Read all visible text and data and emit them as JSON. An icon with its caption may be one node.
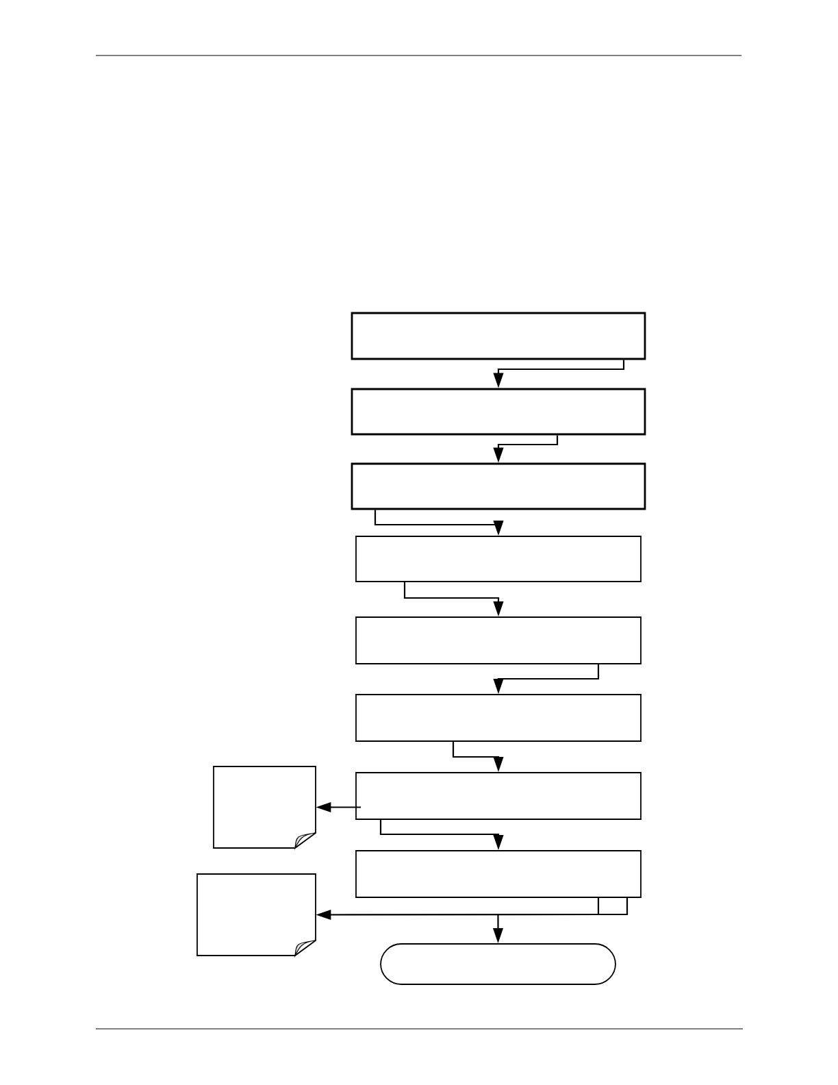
{
  "diagram": {
    "nodes": [
      {
        "text": [],
        "shape": "box"
      },
      {
        "text": [],
        "shape": "box"
      },
      {
        "text": [],
        "shape": "box"
      },
      {
        "text": [],
        "shape": "box"
      },
      {
        "text": [],
        "shape": "box"
      },
      {
        "text": [],
        "shape": "box"
      },
      {
        "text": [],
        "shape": "box"
      },
      {
        "text": [],
        "shape": "box"
      },
      {
        "text": [],
        "shape": "pill"
      },
      {
        "text": [],
        "shape": "document"
      },
      {
        "text": [],
        "shape": "document"
      }
    ],
    "edges": [
      {
        "from": 0,
        "to": 1,
        "arrow": "to"
      },
      {
        "from": 1,
        "to": 2,
        "arrow": "to"
      },
      {
        "from": 2,
        "to": 3,
        "arrow": "to"
      },
      {
        "from": 3,
        "to": 4,
        "arrow": "to"
      },
      {
        "from": 4,
        "to": 5,
        "arrow": "to"
      },
      {
        "from": 5,
        "to": 6,
        "arrow": "to"
      },
      {
        "from": 6,
        "to": 7,
        "arrow": "to"
      },
      {
        "from": 6,
        "to": 9,
        "arrow": "to"
      },
      {
        "from": 7,
        "to": 8,
        "arrow": "to"
      },
      {
        "from": 7,
        "to": 10,
        "arrow": "to"
      }
    ]
  }
}
